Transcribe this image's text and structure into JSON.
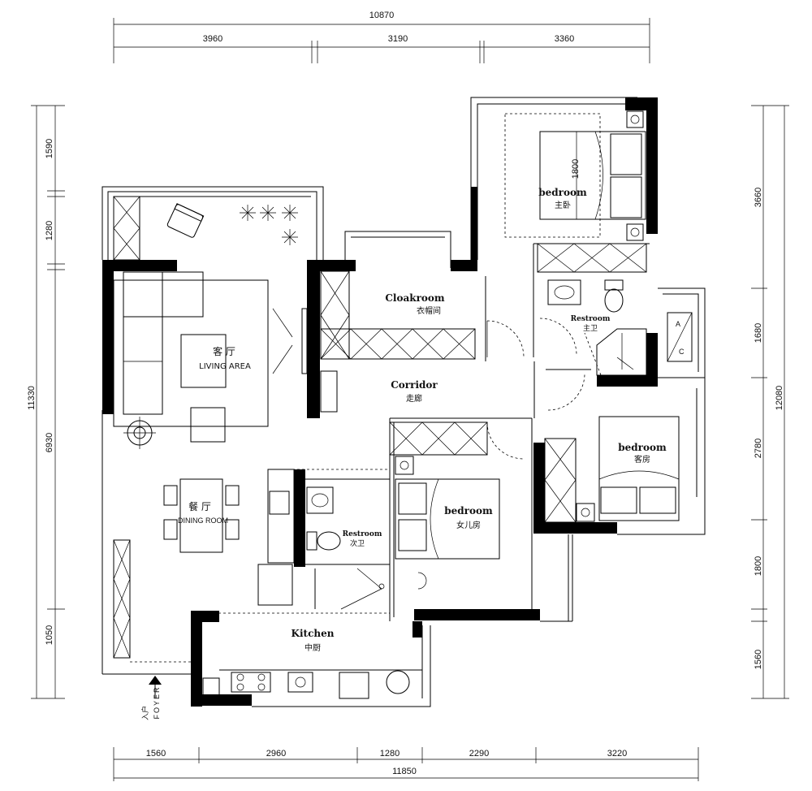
{
  "plan": {
    "dimensions": {
      "top_total": "10870",
      "top_segments": [
        "3960",
        "3190",
        "3360"
      ],
      "bottom_total": "11850",
      "bottom_segments": [
        "1560",
        "2960",
        "1280",
        "2290",
        "3220"
      ],
      "left_total": "11330",
      "left_segments": [
        "1590",
        "1280",
        "6930",
        "1050"
      ],
      "right_total": "12080",
      "right_segments": [
        "3660",
        "1680",
        "2780",
        "1800",
        "1560"
      ]
    },
    "rooms": {
      "living": {
        "cn": "客 厅",
        "en": "LIVING   AREA"
      },
      "dining": {
        "cn": "餐 厅",
        "en": "DINING ROOM"
      },
      "cloakroom": {
        "en": "Cloakroom",
        "cn": "衣帽间"
      },
      "corridor": {
        "en": "Corridor",
        "cn": "走廊"
      },
      "master_bedroom": {
        "en": "bedroom",
        "cn": "主卧",
        "bed_size": "1800"
      },
      "master_restroom": {
        "en": "Restroom",
        "cn": "主卫"
      },
      "guest_bedroom": {
        "en": "bedroom",
        "cn": "客房"
      },
      "daughter_bedroom": {
        "en": "bedroom",
        "cn": "女儿房"
      },
      "second_restroom": {
        "en": "Restroom",
        "cn": "次卫"
      },
      "kitchen": {
        "en": "Kitchen",
        "cn": "中厨"
      },
      "ac": {
        "a": "A",
        "c": "C"
      }
    },
    "entrance": {
      "cn": "入户",
      "en": "FOYER"
    }
  }
}
